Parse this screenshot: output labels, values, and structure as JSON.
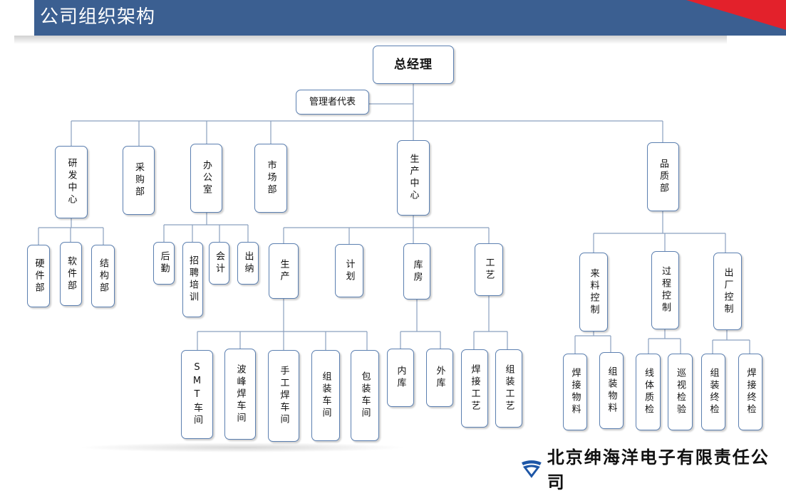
{
  "header": {
    "title": "公司组织架构"
  },
  "org": {
    "ceo": "总经理",
    "rep": "管理者代表",
    "rd": "研发中心",
    "rd_hw": "硬件部",
    "rd_sw": "软件部",
    "rd_st": "结构部",
    "purchase": "采购部",
    "office": "办公室",
    "office_logistics": "后勤",
    "office_hr": "招聘培训",
    "office_acct": "会计",
    "office_cashier": "出纳",
    "market": "市场部",
    "prod_center": "生产中心",
    "prod": "生产",
    "plan": "计划",
    "warehouse": "库房",
    "process": "工艺",
    "smt": "SMT车间",
    "wave": "波峰焊车间",
    "hand": "手工焊车间",
    "assembly": "组装车间",
    "packing": "包装车间",
    "inner_wh": "内库",
    "outer_wh": "外库",
    "weld_proc": "焊接工艺",
    "asm_proc": "组装工艺",
    "quality": "品质部",
    "incoming": "来料控制",
    "inprocess": "过程控制",
    "outgoing": "出厂控制",
    "weld_mat": "焊接物料",
    "asm_mat": "组装物料",
    "line_qc": "线体质检",
    "patrol": "巡视检验",
    "asm_final": "组装终检",
    "weld_final": "焊接终检"
  },
  "logo": {
    "company": "北京绅海洋电子有限责任公司"
  },
  "colors": {
    "header_bg": "#3b5f91",
    "accent": "#e3212b",
    "border": "#5b7fb0"
  }
}
